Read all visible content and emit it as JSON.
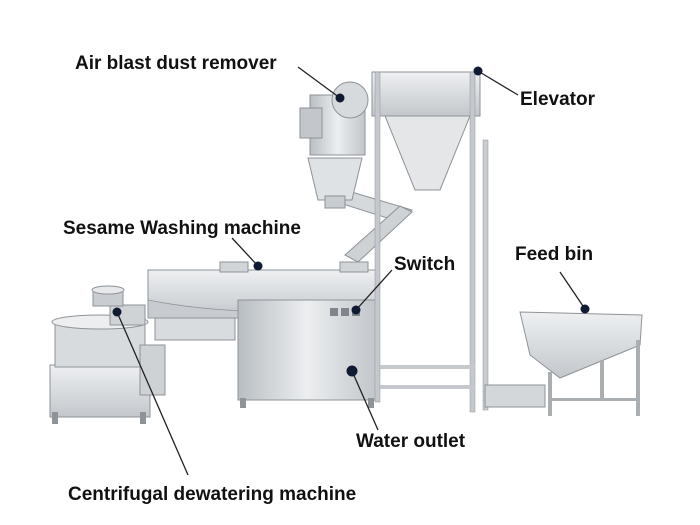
{
  "labels": {
    "air_blast": "Air blast dust remover",
    "elevator": "Elevator",
    "sesame_washing": "Sesame Washing machine",
    "switch": "Switch",
    "feed_bin": "Feed bin",
    "water_outlet": "Water outlet",
    "centrifugal": "Centrifugal dewatering machine"
  },
  "colors": {
    "steel_light": "#e3e5e7",
    "steel_mid": "#c4c8cc",
    "steel_dark": "#8e9398",
    "leader": "#222222",
    "dot": "#111a33"
  }
}
